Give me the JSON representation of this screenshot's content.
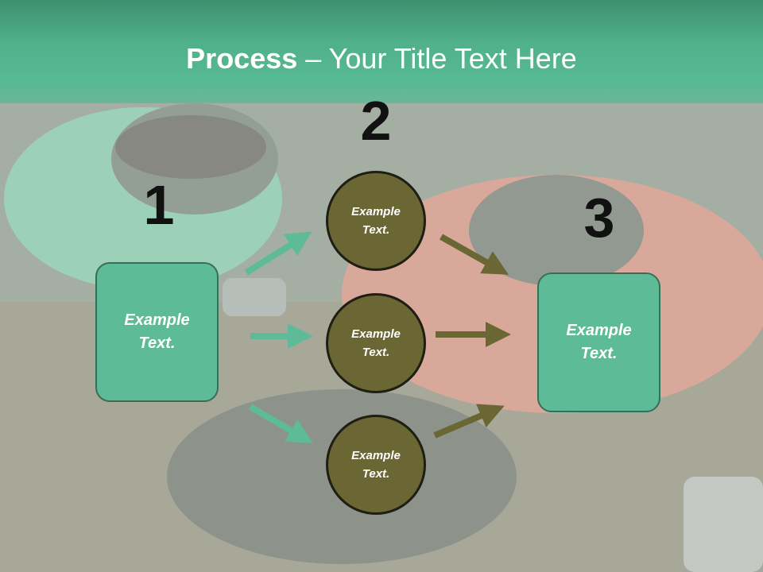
{
  "title": {
    "bold": "Process",
    "rest": " – Your Title Text Here"
  },
  "steps": {
    "one": "1",
    "two": "2",
    "three": "3"
  },
  "left_box": {
    "line1": "Example",
    "line2": "Text."
  },
  "right_box": {
    "line1": "Example",
    "line2": "Text."
  },
  "circles": [
    {
      "line1": "Example",
      "line2": "Text."
    },
    {
      "line1": "Example",
      "line2": "Text."
    },
    {
      "line1": "Example",
      "line2": "Text."
    }
  ],
  "colors": {
    "header": "#4fb08a",
    "box_fill": "#5dbb97",
    "circle_fill": "#6b6734",
    "arrow_green": "#5dbb97",
    "arrow_olive": "#6b6734"
  }
}
